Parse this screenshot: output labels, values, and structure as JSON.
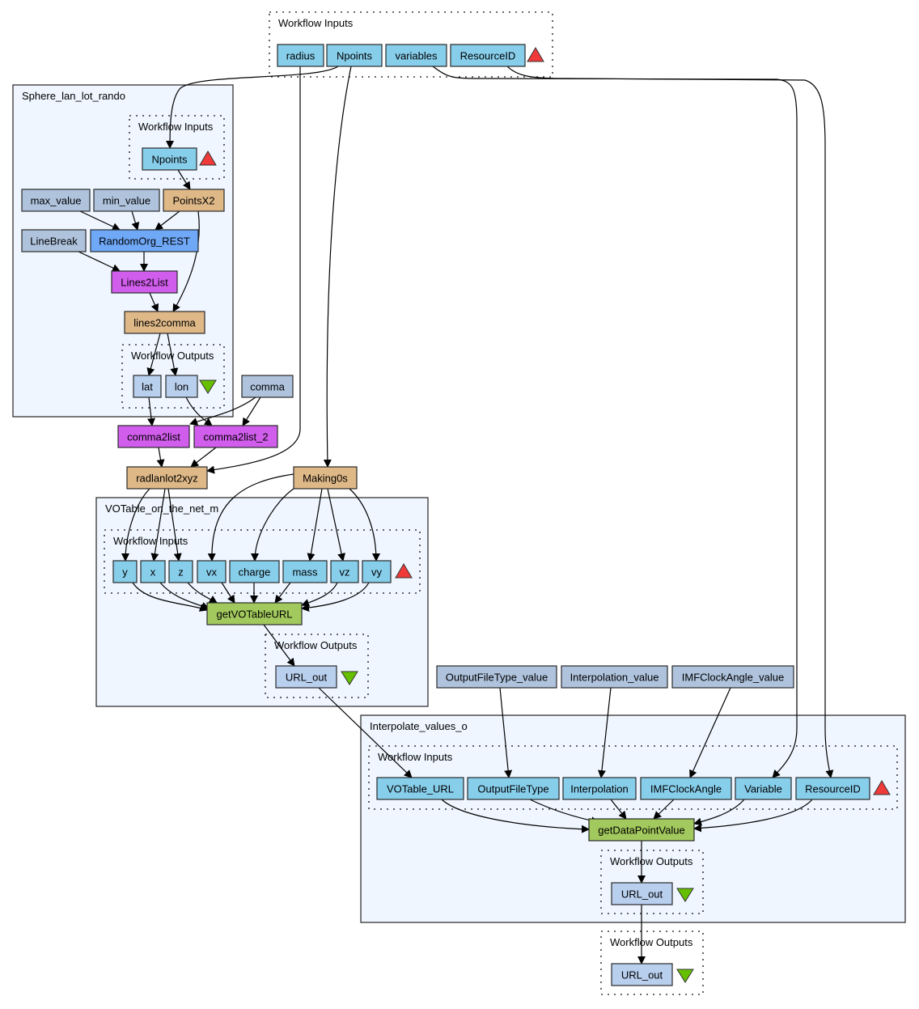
{
  "colors": {
    "input_port": "#87ceeb",
    "output_port": "#b9cfee",
    "constant": "#afc3dd",
    "beanshell": "#deb887",
    "rest": "#6fa8f7",
    "local": "#d15ded",
    "wsdl": "#a2c95d",
    "input_marker": "#f03a3a",
    "output_marker": "#66c000",
    "cluster_fill": "#eff6ff"
  },
  "clusters": [
    {
      "id": "top_inputs",
      "label": "Workflow Inputs",
      "style": "dotted"
    },
    {
      "id": "sphere",
      "label": "Sphere_lan_lot_rando",
      "style": "solid"
    },
    {
      "id": "sphere_inputs",
      "label": "Workflow Inputs",
      "style": "dotted"
    },
    {
      "id": "sphere_outputs",
      "label": "Workflow Outputs",
      "style": "dotted"
    },
    {
      "id": "votable",
      "label": "VOTable_on_the_net_m",
      "style": "solid"
    },
    {
      "id": "votable_inputs",
      "label": "Workflow Inputs",
      "style": "dotted"
    },
    {
      "id": "votable_outputs",
      "label": "Workflow Outputs",
      "style": "dotted"
    },
    {
      "id": "interp",
      "label": "Interpolate_values_o",
      "style": "solid"
    },
    {
      "id": "interp_inputs",
      "label": "Workflow Inputs",
      "style": "dotted"
    },
    {
      "id": "interp_outputs",
      "label": "Workflow Outputs",
      "style": "dotted"
    },
    {
      "id": "bottom_outputs",
      "label": "Workflow Outputs",
      "style": "dotted"
    }
  ],
  "nodes": [
    {
      "id": "radius",
      "label": "radius",
      "type": "input_port"
    },
    {
      "id": "Npoints",
      "label": "Npoints",
      "type": "input_port"
    },
    {
      "id": "variables",
      "label": "variables",
      "type": "input_port"
    },
    {
      "id": "ResourceID",
      "label": "ResourceID",
      "type": "input_port"
    },
    {
      "id": "s_Npoints",
      "label": "Npoints",
      "type": "input_port"
    },
    {
      "id": "max_value",
      "label": "max_value",
      "type": "constant"
    },
    {
      "id": "min_value",
      "label": "min_value",
      "type": "constant"
    },
    {
      "id": "PointsX2",
      "label": "PointsX2",
      "type": "beanshell"
    },
    {
      "id": "LineBreak",
      "label": "LineBreak",
      "type": "constant"
    },
    {
      "id": "RandomOrg_REST",
      "label": "RandomOrg_REST",
      "type": "rest"
    },
    {
      "id": "Lines2List",
      "label": "Lines2List",
      "type": "local"
    },
    {
      "id": "lines2comma",
      "label": "lines2comma",
      "type": "beanshell"
    },
    {
      "id": "lat",
      "label": "lat",
      "type": "output_port"
    },
    {
      "id": "lon",
      "label": "lon",
      "type": "output_port"
    },
    {
      "id": "comma",
      "label": "comma",
      "type": "constant"
    },
    {
      "id": "comma2list",
      "label": "comma2list",
      "type": "local"
    },
    {
      "id": "comma2list_2",
      "label": "comma2list_2",
      "type": "local"
    },
    {
      "id": "radlanlot2xyz",
      "label": "radlanlot2xyz",
      "type": "beanshell"
    },
    {
      "id": "Making0s",
      "label": "Making0s",
      "type": "beanshell"
    },
    {
      "id": "v_y",
      "label": "y",
      "type": "input_port"
    },
    {
      "id": "v_x",
      "label": "x",
      "type": "input_port"
    },
    {
      "id": "v_z",
      "label": "z",
      "type": "input_port"
    },
    {
      "id": "v_vx",
      "label": "vx",
      "type": "input_port"
    },
    {
      "id": "v_charge",
      "label": "charge",
      "type": "input_port"
    },
    {
      "id": "v_mass",
      "label": "mass",
      "type": "input_port"
    },
    {
      "id": "v_vz",
      "label": "vz",
      "type": "input_port"
    },
    {
      "id": "v_vy",
      "label": "vy",
      "type": "input_port"
    },
    {
      "id": "getVOTableURL",
      "label": "getVOTableURL",
      "type": "wsdl"
    },
    {
      "id": "v_URL_out",
      "label": "URL_out",
      "type": "output_port"
    },
    {
      "id": "OutputFileType_value",
      "label": "OutputFileType_value",
      "type": "constant"
    },
    {
      "id": "Interpolation_value",
      "label": "Interpolation_value",
      "type": "constant"
    },
    {
      "id": "IMFClockAngle_value",
      "label": "IMFClockAngle_value",
      "type": "constant"
    },
    {
      "id": "i_VOTable_URL",
      "label": "VOTable_URL",
      "type": "input_port"
    },
    {
      "id": "i_OutputFileType",
      "label": "OutputFileType",
      "type": "input_port"
    },
    {
      "id": "i_Interpolation",
      "label": "Interpolation",
      "type": "input_port"
    },
    {
      "id": "i_IMFClockAngle",
      "label": "IMFClockAngle",
      "type": "input_port"
    },
    {
      "id": "i_Variable",
      "label": "Variable",
      "type": "input_port"
    },
    {
      "id": "i_ResourceID",
      "label": "ResourceID",
      "type": "input_port"
    },
    {
      "id": "getDataPointValue",
      "label": "getDataPointValue",
      "type": "wsdl"
    },
    {
      "id": "i_URL_out",
      "label": "URL_out",
      "type": "output_port"
    },
    {
      "id": "URL_out",
      "label": "URL_out",
      "type": "output_port"
    }
  ],
  "markers": [
    {
      "id": "m_top_inputs",
      "kind": "input"
    },
    {
      "id": "m_sphere_inputs",
      "kind": "input"
    },
    {
      "id": "m_sphere_outputs",
      "kind": "output"
    },
    {
      "id": "m_votable_inputs",
      "kind": "input"
    },
    {
      "id": "m_votable_outputs",
      "kind": "output"
    },
    {
      "id": "m_interp_inputs",
      "kind": "input"
    },
    {
      "id": "m_interp_outputs",
      "kind": "output"
    },
    {
      "id": "m_bottom_outputs",
      "kind": "output"
    }
  ],
  "edges": [
    {
      "from": "Npoints",
      "to": "s_Npoints"
    },
    {
      "from": "s_Npoints",
      "to": "PointsX2"
    },
    {
      "from": "max_value",
      "to": "RandomOrg_REST"
    },
    {
      "from": "min_value",
      "to": "RandomOrg_REST"
    },
    {
      "from": "PointsX2",
      "to": "RandomOrg_REST"
    },
    {
      "from": "LineBreak",
      "to": "Lines2List"
    },
    {
      "from": "RandomOrg_REST",
      "to": "Lines2List"
    },
    {
      "from": "Lines2List",
      "to": "lines2comma"
    },
    {
      "from": "PointsX2",
      "to": "lines2comma"
    },
    {
      "from": "lines2comma",
      "to": "lat"
    },
    {
      "from": "lines2comma",
      "to": "lon"
    },
    {
      "from": "lat",
      "to": "comma2list"
    },
    {
      "from": "comma",
      "to": "comma2list"
    },
    {
      "from": "lon",
      "to": "comma2list_2"
    },
    {
      "from": "comma",
      "to": "comma2list_2"
    },
    {
      "from": "comma2list",
      "to": "radlanlot2xyz"
    },
    {
      "from": "comma2list_2",
      "to": "radlanlot2xyz"
    },
    {
      "from": "radius",
      "to": "radlanlot2xyz"
    },
    {
      "from": "Npoints",
      "to": "Making0s"
    },
    {
      "from": "radlanlot2xyz",
      "to": "v_y"
    },
    {
      "from": "radlanlot2xyz",
      "to": "v_x"
    },
    {
      "from": "radlanlot2xyz",
      "to": "v_z"
    },
    {
      "from": "Making0s",
      "to": "v_vx"
    },
    {
      "from": "Making0s",
      "to": "v_charge"
    },
    {
      "from": "Making0s",
      "to": "v_mass"
    },
    {
      "from": "Making0s",
      "to": "v_vz"
    },
    {
      "from": "Making0s",
      "to": "v_vy"
    },
    {
      "from": "v_y",
      "to": "getVOTableURL"
    },
    {
      "from": "v_x",
      "to": "getVOTableURL"
    },
    {
      "from": "v_z",
      "to": "getVOTableURL"
    },
    {
      "from": "v_vx",
      "to": "getVOTableURL"
    },
    {
      "from": "v_charge",
      "to": "getVOTableURL"
    },
    {
      "from": "v_mass",
      "to": "getVOTableURL"
    },
    {
      "from": "v_vz",
      "to": "getVOTableURL"
    },
    {
      "from": "v_vy",
      "to": "getVOTableURL"
    },
    {
      "from": "getVOTableURL",
      "to": "v_URL_out"
    },
    {
      "from": "v_URL_out",
      "to": "i_VOTable_URL"
    },
    {
      "from": "OutputFileType_value",
      "to": "i_OutputFileType"
    },
    {
      "from": "Interpolation_value",
      "to": "i_Interpolation"
    },
    {
      "from": "IMFClockAngle_value",
      "to": "i_IMFClockAngle"
    },
    {
      "from": "variables",
      "to": "i_Variable"
    },
    {
      "from": "ResourceID",
      "to": "i_ResourceID"
    },
    {
      "from": "i_VOTable_URL",
      "to": "getDataPointValue"
    },
    {
      "from": "i_OutputFileType",
      "to": "getDataPointValue"
    },
    {
      "from": "i_Interpolation",
      "to": "getDataPointValue"
    },
    {
      "from": "i_IMFClockAngle",
      "to": "getDataPointValue"
    },
    {
      "from": "i_Variable",
      "to": "getDataPointValue"
    },
    {
      "from": "i_ResourceID",
      "to": "getDataPointValue"
    },
    {
      "from": "getDataPointValue",
      "to": "i_URL_out"
    },
    {
      "from": "i_URL_out",
      "to": "URL_out"
    }
  ]
}
